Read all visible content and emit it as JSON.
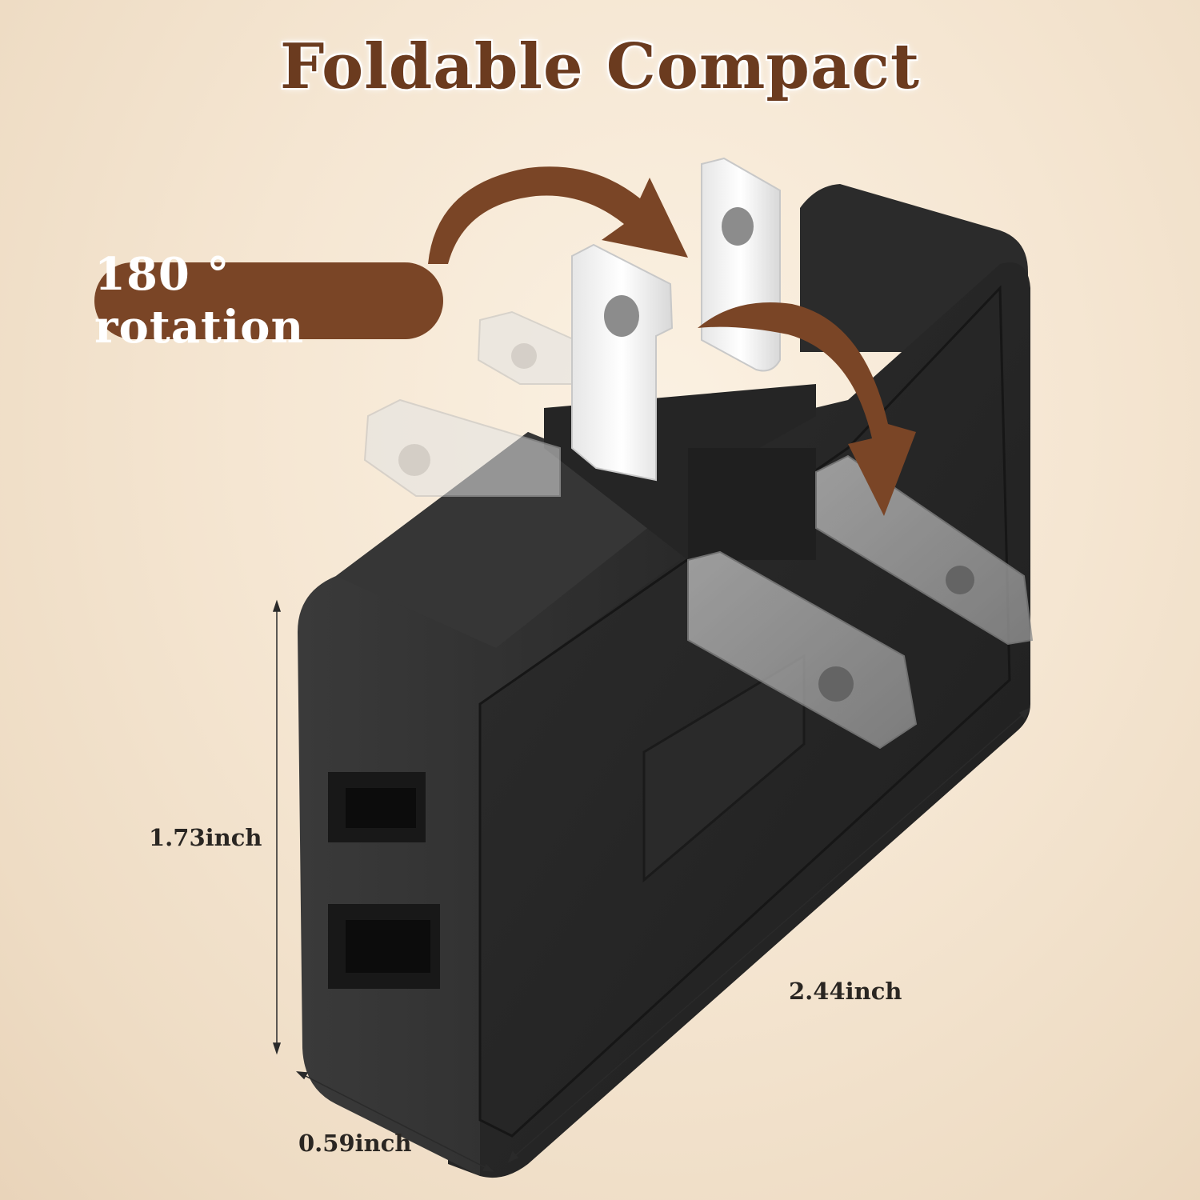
{
  "headline": {
    "text": "Foldable Compact"
  },
  "badge": {
    "text": "180 ° rotation"
  },
  "dimensions": {
    "height": "1.73inch",
    "length": "2.44inch",
    "depth": "0.59inch"
  },
  "colors": {
    "accent_brown": "#7a4526",
    "title_brown": "#6b3b1f",
    "body_black": "#262626",
    "background": "#f5e6d2"
  },
  "icons": {
    "rotation_arrow_top": "curved-arrow-icon",
    "rotation_arrow_right": "curved-arrow-icon"
  }
}
